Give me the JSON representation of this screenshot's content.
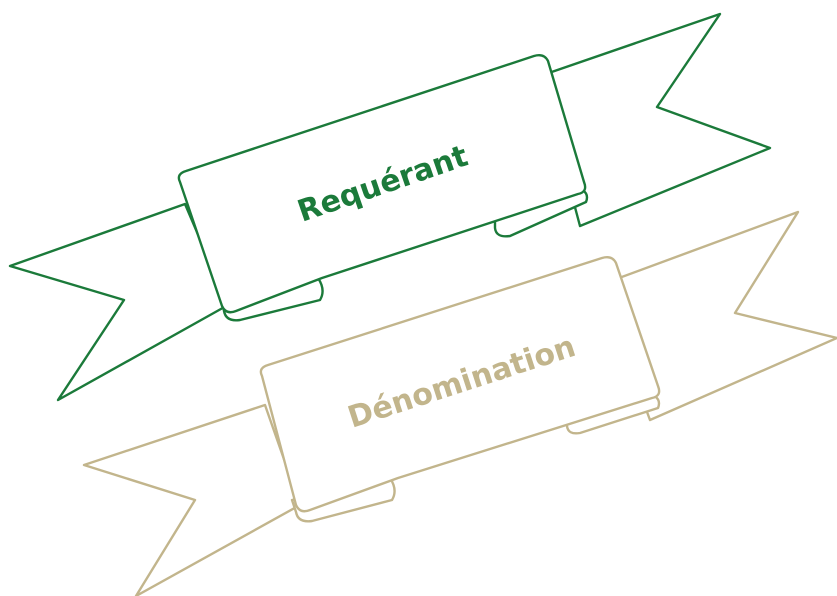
{
  "banners": [
    {
      "id": "requerant",
      "label": "Requérant",
      "color": "#1b7a3a"
    },
    {
      "id": "denomination",
      "label": "Dénomination",
      "color": "#c2b58c"
    }
  ]
}
